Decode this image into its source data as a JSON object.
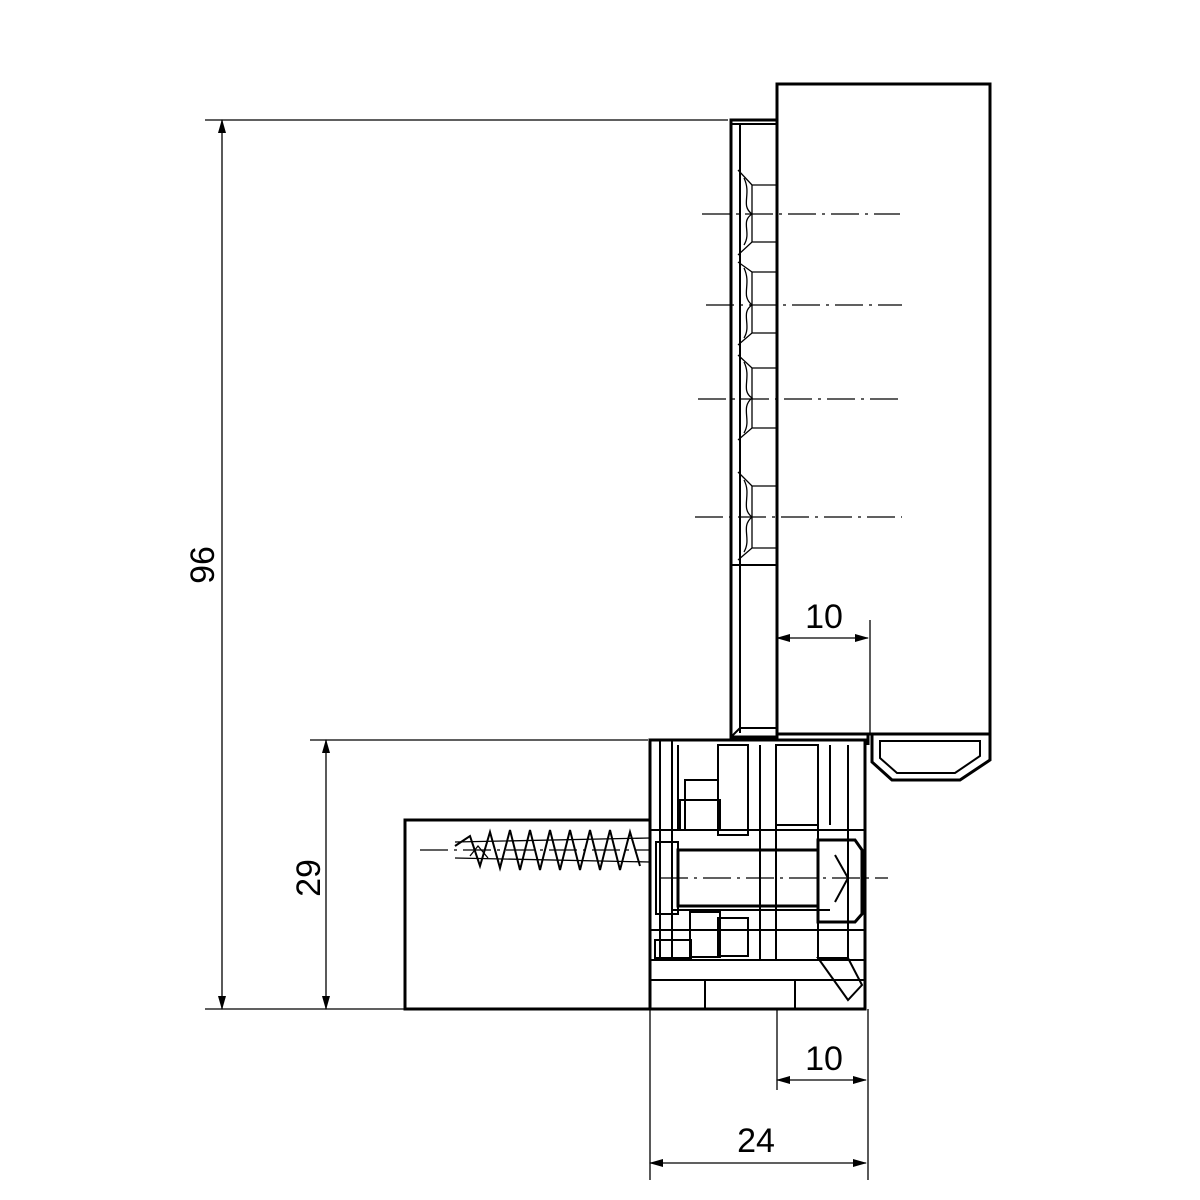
{
  "dimensions": {
    "overall_height": "96",
    "frame_part_height": "29",
    "top_offset": "10",
    "bottom_offset": "10",
    "overall_width": "24"
  }
}
